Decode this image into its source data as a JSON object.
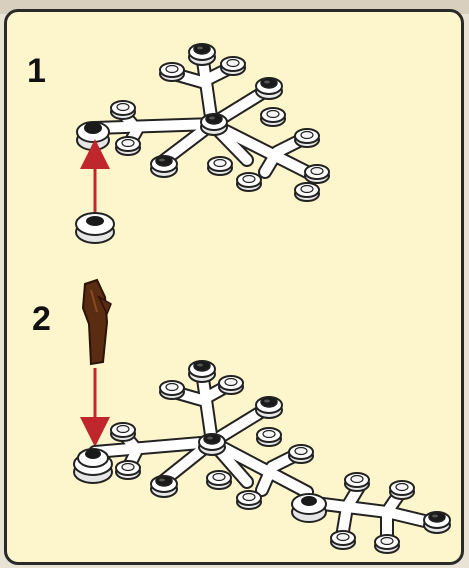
{
  "steps": [
    {
      "number": "1"
    },
    {
      "number": "2"
    }
  ],
  "colors": {
    "panel_background": "#fdf5cc",
    "arrow": "#c0272d",
    "stem": "#5a2c12",
    "plate": "#ffffff",
    "stud_dark": "#1a1a1a"
  },
  "icons": {
    "arrow": "red-arrow-icon",
    "stem": "brown-branch-piece",
    "snowflake": "white-snowflake-piece",
    "round_plate": "white-round-plate"
  }
}
